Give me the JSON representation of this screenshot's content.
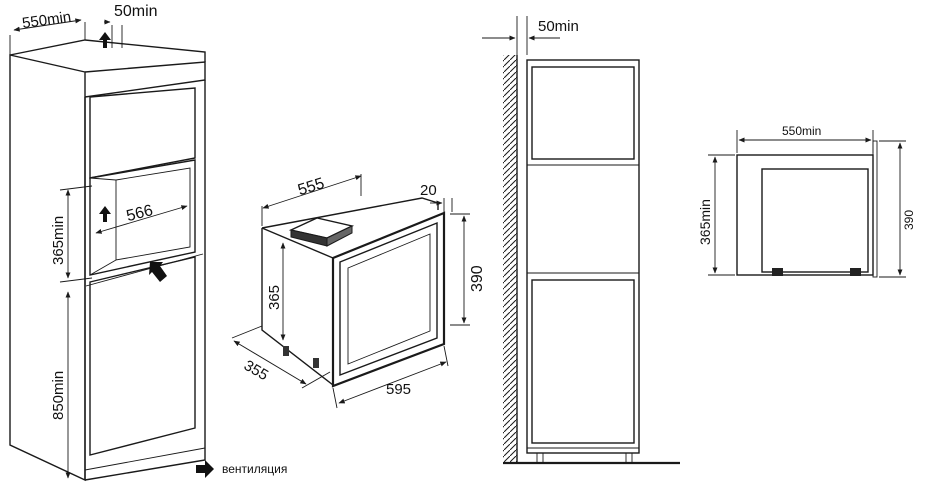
{
  "cabinet_view": {
    "top_depth": "550min",
    "top_gap": "50min",
    "niche_height": "365min",
    "niche_width": "566",
    "lower_height": "850min"
  },
  "oven_view": {
    "width": "555",
    "front_thickness": "20",
    "front_height": "390",
    "body_height": "365",
    "depth": "355",
    "front_width": "595"
  },
  "side_view": {
    "wall_gap": "50min"
  },
  "profile_view": {
    "depth": "550min",
    "niche_height": "365min",
    "front_height": "390"
  },
  "legend": {
    "ventilation": "вентиляция"
  }
}
